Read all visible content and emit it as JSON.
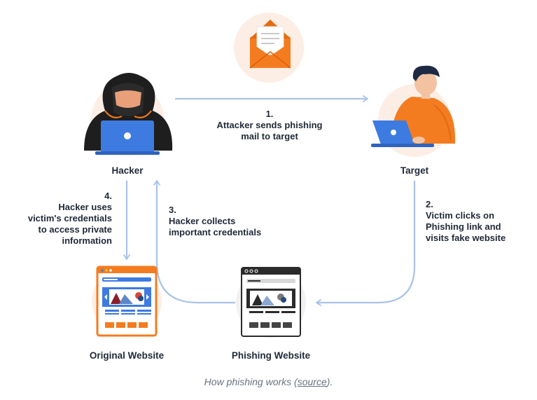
{
  "nodes": {
    "hacker": "Hacker",
    "target": "Target",
    "original_website": "Original Website",
    "phishing_website": "Phishing Website"
  },
  "steps": [
    {
      "num": "1.",
      "line1": "Attacker sends phishing",
      "line2": "mail to target"
    },
    {
      "num": "2.",
      "line1": "Victim clicks on",
      "line2": "Phishing link and",
      "line3": "visits fake website"
    },
    {
      "num": "3.",
      "line1": "Hacker collects",
      "line2": "important credentials"
    },
    {
      "num": "4.",
      "line1": "Hacker uses",
      "line2": "victim's credentials",
      "line3": "to access private",
      "line4": "information"
    }
  ],
  "caption": {
    "prefix": "How phishing works (",
    "link": "source",
    "suffix": ")."
  },
  "colors": {
    "arrow": "#a9c3e8",
    "orange": "#f47c20",
    "blue": "#3d7be0",
    "hood": "#1e1e1e",
    "bg_circle": "#fdeee5"
  },
  "icons": [
    "envelope-icon",
    "hacker-icon",
    "target-person-icon",
    "original-website-icon",
    "phishing-website-icon"
  ]
}
